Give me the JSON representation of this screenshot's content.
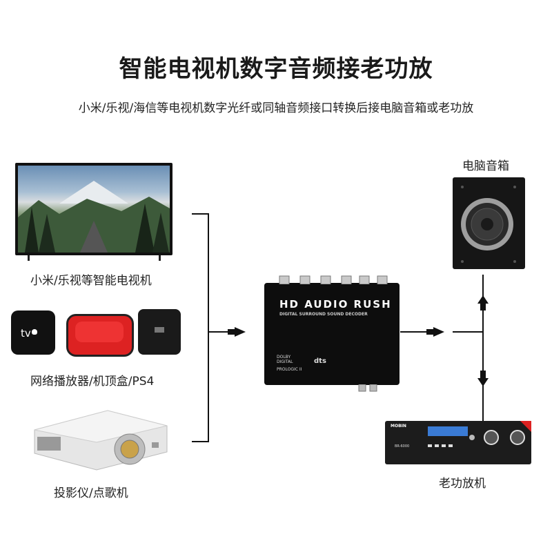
{
  "header": {
    "title": "智能电视机数字音频接老功放",
    "subtitle": "小米/乐视/海信等电视机数字光纤或同轴音频接口转换后接电脑音箱或老功放"
  },
  "sources": [
    {
      "label": "小米/乐视等智能电视机",
      "icon": "smart-tv-icon"
    },
    {
      "label": "网络播放器/机顶盒/PS4",
      "icon": "set-top-box-icon",
      "tv_box_text": "tv"
    },
    {
      "label": "投影仪/点歌机",
      "icon": "projector-icon"
    }
  ],
  "decoder": {
    "brand": "HD AUDIO RUSH",
    "subtitle": "DIGITAL SURROUND SOUND DECODER",
    "dolby_text": "DOLBY DIGITAL",
    "prologic_text": "PROLOGIC II",
    "dts_text": "dts"
  },
  "outputs": [
    {
      "label": "电脑音箱",
      "icon": "computer-speaker-icon"
    },
    {
      "label": "老功放机",
      "icon": "amplifier-icon",
      "brand": "MOBIN",
      "model": "BR-6000"
    }
  ],
  "colors": {
    "arrow": "#111111",
    "line": "#111111",
    "background": "#ffffff"
  }
}
